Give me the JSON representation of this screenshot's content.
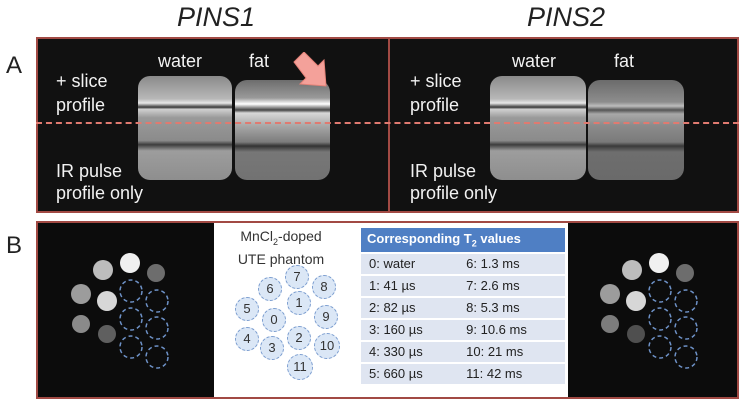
{
  "titles": {
    "left": "PINS1",
    "right": "PINS2"
  },
  "row_labels": {
    "a": "A",
    "b": "B"
  },
  "panel_a": {
    "left": {
      "water": "water",
      "fat": "fat",
      "top_line1": "+ slice",
      "top_line2": "profile",
      "bottom_line1": "IR pulse",
      "bottom_line2": "profile only"
    },
    "right": {
      "water": "water",
      "fat": "fat",
      "top_line1": "+ slice",
      "top_line2": "profile",
      "bottom_line1": "IR pulse",
      "bottom_line2": "profile only"
    }
  },
  "phantom": {
    "title_line1": "MnCl",
    "title_sub": "2",
    "title_line1_end": "-doped",
    "title_line2": "UTE phantom",
    "numbers": [
      "0",
      "1",
      "2",
      "3",
      "4",
      "5",
      "6",
      "7",
      "8",
      "9",
      "10",
      "11"
    ]
  },
  "t2_table": {
    "header_pre": "Corresponding T",
    "header_sub": "2",
    "header_post": " values",
    "rows": [
      [
        "0: water",
        "6: 1.3 ms"
      ],
      [
        "1: 41 µs",
        "7: 2.6 ms"
      ],
      [
        "2: 82 µs",
        "8: 5.3 ms"
      ],
      [
        "3: 160 µs",
        "9: 10.6 ms"
      ],
      [
        "4: 330 µs",
        "10: 21 ms"
      ],
      [
        "5: 660 µs",
        "11: 42 ms"
      ]
    ]
  },
  "colors": {
    "frame": "#a24a44",
    "dash": "#e07a70",
    "table_header": "#4f7fc4",
    "table_row": "#dfe5f1",
    "circle_outline": "#7a9ccf"
  }
}
